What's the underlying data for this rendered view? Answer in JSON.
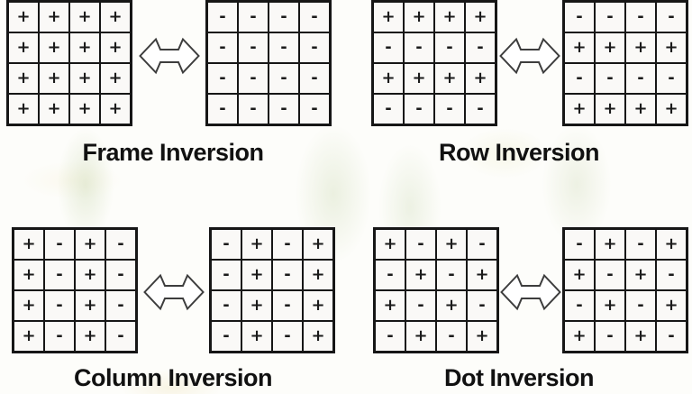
{
  "colors": {
    "grid_line": "#161616",
    "cell_bg": "#faf9f7",
    "symbol": "#1b1b1b",
    "arrow_stroke": "#3d3d3d",
    "arrow_fill": "#ffffff",
    "caption": "#111111",
    "page_bg": "#fdfdfa"
  },
  "arrow_icon": "left-right-double-arrow",
  "sections": [
    {
      "id": "frame-inversion",
      "title": "Frame Inversion",
      "left_grid": [
        [
          "+",
          "+",
          "+",
          "+"
        ],
        [
          "+",
          "+",
          "+",
          "+"
        ],
        [
          "+",
          "+",
          "+",
          "+"
        ],
        [
          "+",
          "+",
          "+",
          "+"
        ]
      ],
      "right_grid": [
        [
          "-",
          "-",
          "-",
          "-"
        ],
        [
          "-",
          "-",
          "-",
          "-"
        ],
        [
          "-",
          "-",
          "-",
          "-"
        ],
        [
          "-",
          "-",
          "-",
          "-"
        ]
      ]
    },
    {
      "id": "row-inversion",
      "title": "Row Inversion",
      "left_grid": [
        [
          "+",
          "+",
          "+",
          "+"
        ],
        [
          "-",
          "-",
          "-",
          "-"
        ],
        [
          "+",
          "+",
          "+",
          "+"
        ],
        [
          "-",
          "-",
          "-",
          "-"
        ]
      ],
      "right_grid": [
        [
          "-",
          "-",
          "-",
          "-"
        ],
        [
          "+",
          "+",
          "+",
          "+"
        ],
        [
          "-",
          "-",
          "-",
          "-"
        ],
        [
          "+",
          "+",
          "+",
          "+"
        ]
      ]
    },
    {
      "id": "column-inversion",
      "title": "Column Inversion",
      "left_grid": [
        [
          "+",
          "-",
          "+",
          "-"
        ],
        [
          "+",
          "-",
          "+",
          "-"
        ],
        [
          "+",
          "-",
          "+",
          "-"
        ],
        [
          "+",
          "-",
          "+",
          "-"
        ]
      ],
      "right_grid": [
        [
          "-",
          "+",
          "-",
          "+"
        ],
        [
          "-",
          "+",
          "-",
          "+"
        ],
        [
          "-",
          "+",
          "-",
          "+"
        ],
        [
          "-",
          "+",
          "-",
          "+"
        ]
      ]
    },
    {
      "id": "dot-inversion",
      "title": "Dot Inversion",
      "left_grid": [
        [
          "+",
          "-",
          "+",
          "-"
        ],
        [
          "-",
          "+",
          "-",
          "+"
        ],
        [
          "+",
          "-",
          "+",
          "-"
        ],
        [
          "-",
          "+",
          "-",
          "+"
        ]
      ],
      "right_grid": [
        [
          "-",
          "+",
          "-",
          "+"
        ],
        [
          "+",
          "-",
          "+",
          "-"
        ],
        [
          "-",
          "+",
          "-",
          "+"
        ],
        [
          "+",
          "-",
          "+",
          "-"
        ]
      ]
    }
  ]
}
